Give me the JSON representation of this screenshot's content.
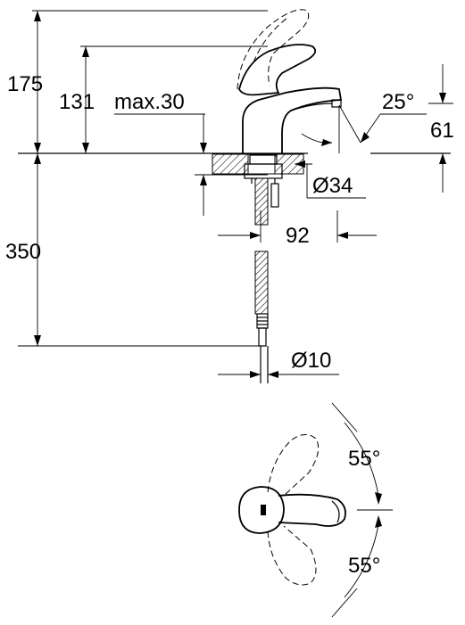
{
  "dimensions": {
    "total_height": "175",
    "spout_height": "131",
    "max_deck": "max.30",
    "angle_spout": "25°",
    "spout_offset": "61",
    "hole_diameter": "Ø34",
    "reach": "92",
    "hose_length": "350",
    "hose_diameter": "Ø10",
    "lever_angle_up": "55°",
    "lever_angle_down": "55°"
  }
}
